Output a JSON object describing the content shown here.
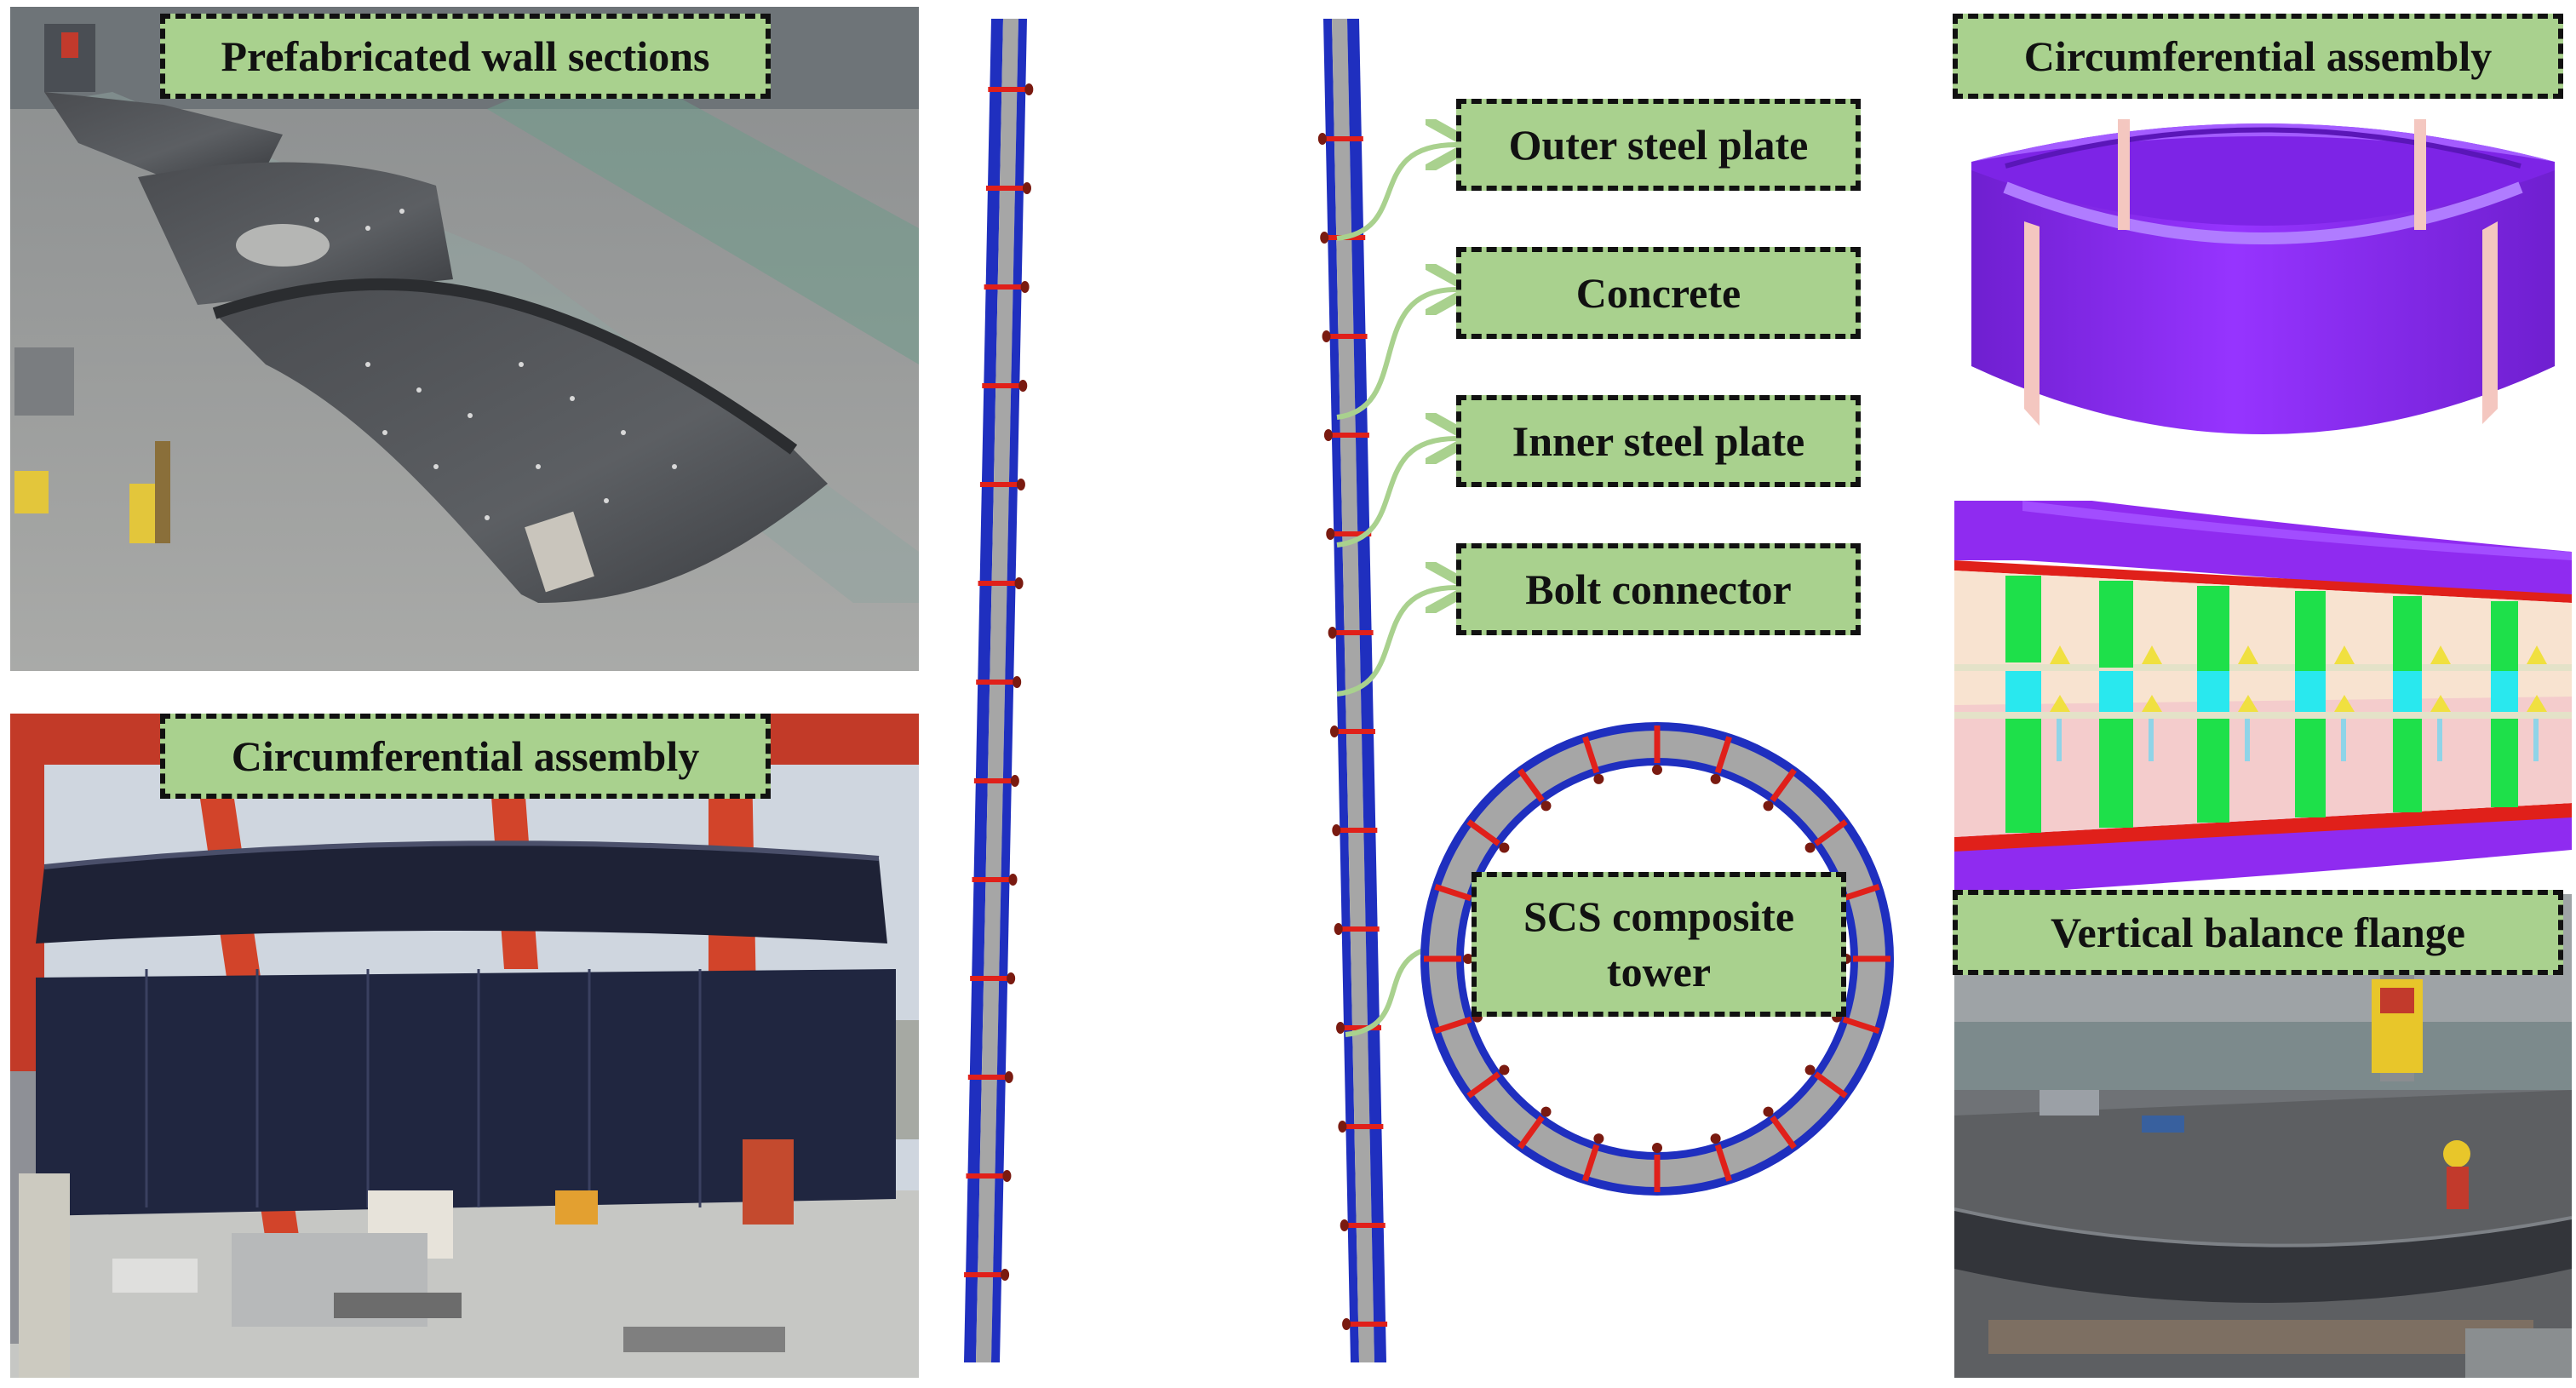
{
  "labels": {
    "prefab": "Prefabricated wall sections",
    "circ_photo": "Circumferential assembly",
    "outer_plate": "Outer steel plate",
    "concrete": "Concrete",
    "inner_plate": "Inner steel plate",
    "bolt": "Bolt connector",
    "scs_line1": "SCS composite",
    "scs_line2": "tower",
    "circ_model": "Circumferential assembly",
    "vbf": "Vertical balance flange"
  },
  "colors": {
    "label_fill": "#a9d18e",
    "steel_blue": "#1f2fbf",
    "concrete_gray": "#a6a6a6",
    "bolt_red": "#e0201a",
    "arrow_green": "#a9d18e",
    "model_purple": "#8f2bf0",
    "joint_pink": "#f4c7c0",
    "block_green": "#1ee04a",
    "block_cyan": "#29e8ee",
    "crane_orange": "#d2442a"
  },
  "icons": {
    "photo1": "workshop-wall-sections-photo",
    "photo2": "gantry-crane-assembly-photo",
    "photo3": "flange-construction-site-photo"
  }
}
